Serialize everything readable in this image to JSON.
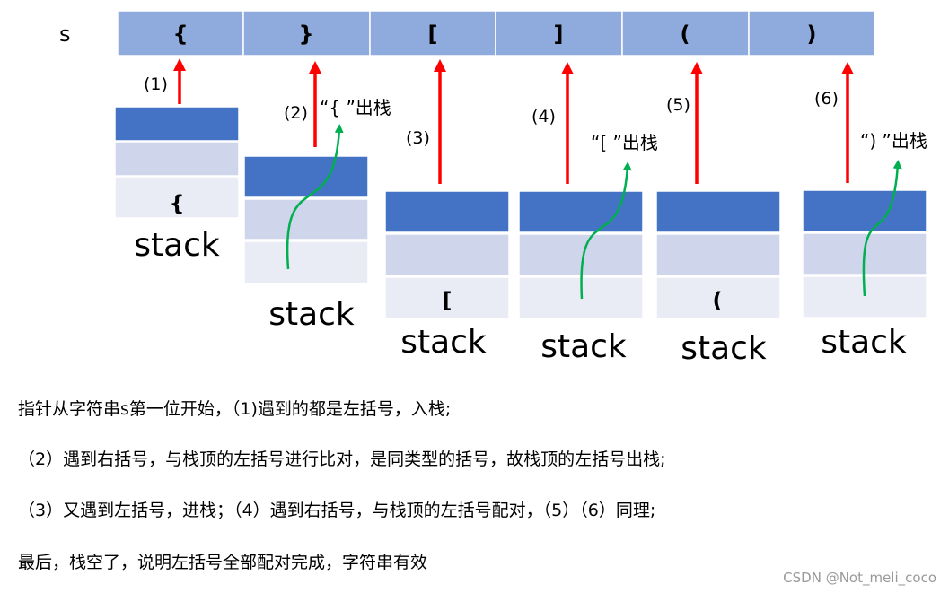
{
  "string_label": "s",
  "string_chars": [
    "{",
    "}",
    "[",
    "]",
    "(",
    ")"
  ],
  "steps": [
    {
      "step": "(1)",
      "top_char": "{",
      "popped": "",
      "stack_label": "stack"
    },
    {
      "step": "(2)",
      "top_char": "",
      "popped": "“{ ”出栈",
      "stack_label": "stack"
    },
    {
      "step": "(3)",
      "top_char": "[",
      "popped": "",
      "stack_label": "stack"
    },
    {
      "step": "(4)",
      "top_char": "",
      "popped": "“[ ”出栈",
      "stack_label": "stack"
    },
    {
      "step": "(5)",
      "top_char": "(",
      "popped": "",
      "stack_label": "stack"
    },
    {
      "step": "(6)",
      "top_char": "",
      "popped": "“) ”出栈",
      "stack_label": "stack"
    }
  ],
  "notes": [
    "指针从字符串s第一位开始，（1)遇到的都是左括号，入栈;",
    "（2）遇到右括号，与栈顶的左括号进行比对，是同类型的括号，故栈顶的左括号出栈;",
    "（3）又遇到左括号，进栈；（4）遇到右括号，与栈顶的左括号配对，（5）（6）同理;",
    "最后，栈空了，说明左括号全部配对完成，字符串有效"
  ],
  "watermark": "CSDN @Not_meli_coco",
  "colors": {
    "string_cell": "#8FAADC",
    "stack_top": "#4472C4",
    "stack_mid": "#CFD5EA",
    "stack_bottom": "#E9EBF5",
    "push_arrow": "#FF0000",
    "pop_arrow": "#00B050"
  }
}
